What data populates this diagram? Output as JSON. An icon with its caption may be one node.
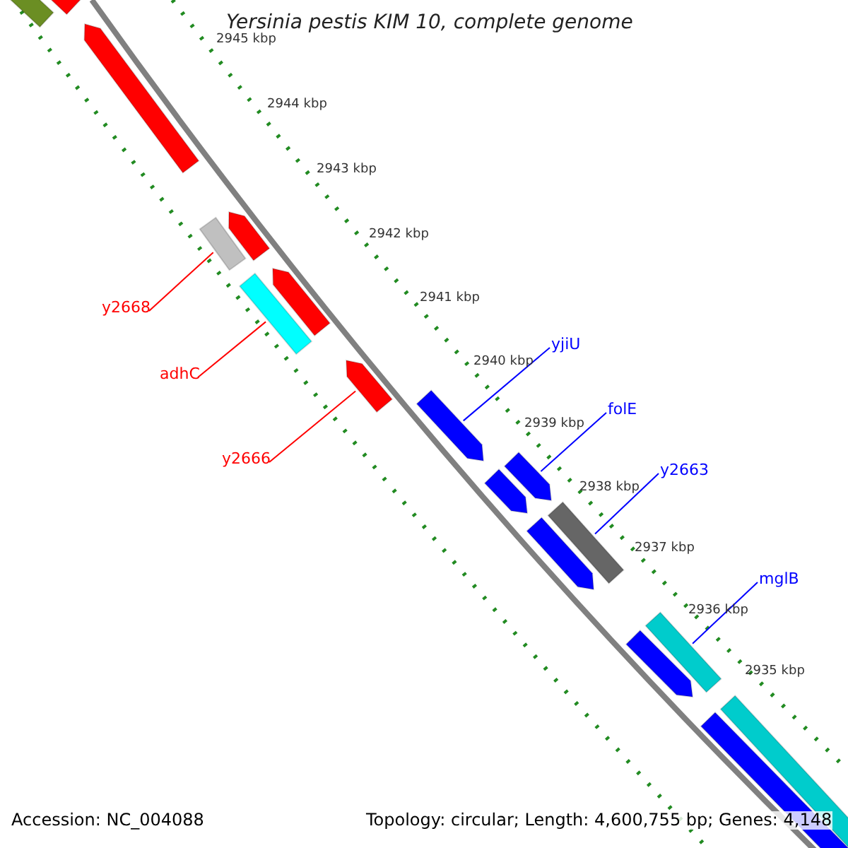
{
  "diagram": {
    "title": "Yersinia pestis KIM 10, complete genome",
    "nodes": [
      {
        "text": [],
        "shape": "arrow"
      },
      {
        "text": [],
        "shape": "arrow"
      },
      {
        "text": [],
        "shape": "arrow"
      },
      {
        "text": [],
        "shape": "arrow"
      },
      {
        "text": [],
        "shape": "arrow"
      },
      {
        "text": [],
        "shape": "arrow"
      },
      {
        "text": [],
        "shape": "arrow"
      },
      {
        "text": [],
        "shape": "arrow"
      },
      {
        "text": [],
        "shape": "arrow"
      },
      {
        "text": [],
        "shape": "arrow"
      },
      {
        "text": [],
        "shape": "arrow"
      },
      {
        "text": [],
        "shape": "arrow"
      },
      {
        "text": [],
        "shape": "arrow"
      },
      {
        "text": [],
        "shape": "arrow"
      },
      {
        "text": [],
        "shape": "arrow"
      },
      {
        "text": [],
        "shape": "arrow"
      },
      {
        "text": [],
        "shape": "arrow"
      },
      {
        "text": [
          "y2668"
        ]
      },
      {
        "text": [
          "adhC"
        ]
      },
      {
        "text": [
          "y2666"
        ]
      },
      {
        "text": [
          "yjiU"
        ]
      },
      {
        "text": [
          "folE"
        ]
      },
      {
        "text": [
          "y2663"
        ]
      },
      {
        "text": [
          "mglB"
        ]
      }
    ],
    "edges": [
      {
        "from": 17,
        "to": 5,
        "arrow": "none",
        "color": "#ff0000"
      },
      {
        "from": 18,
        "to": 6,
        "arrow": "none",
        "color": "#ff0000"
      },
      {
        "from": 19,
        "to": 7,
        "arrow": "none",
        "color": "#ff0000"
      },
      {
        "from": 20,
        "to": 8,
        "arrow": "none"
      },
      {
        "from": 21,
        "to": 10,
        "arrow": "none"
      },
      {
        "from": 22,
        "to": 12,
        "arrow": "none"
      },
      {
        "from": 23,
        "to": 14,
        "arrow": "none"
      }
    ],
    "labels": [
      "2945 kbp",
      "2944 kbp",
      "2943 kbp",
      "2942 kbp",
      "2941 kbp",
      "2940 kbp",
      "2939 kbp",
      "2938 kbp",
      "2937 kbp",
      "2936 kbp",
      "2935 kbp",
      "Accession: NC_004088",
      "Topology: circular; Length: 4,600,755 bp; Genes: 4,148"
    ]
  }
}
